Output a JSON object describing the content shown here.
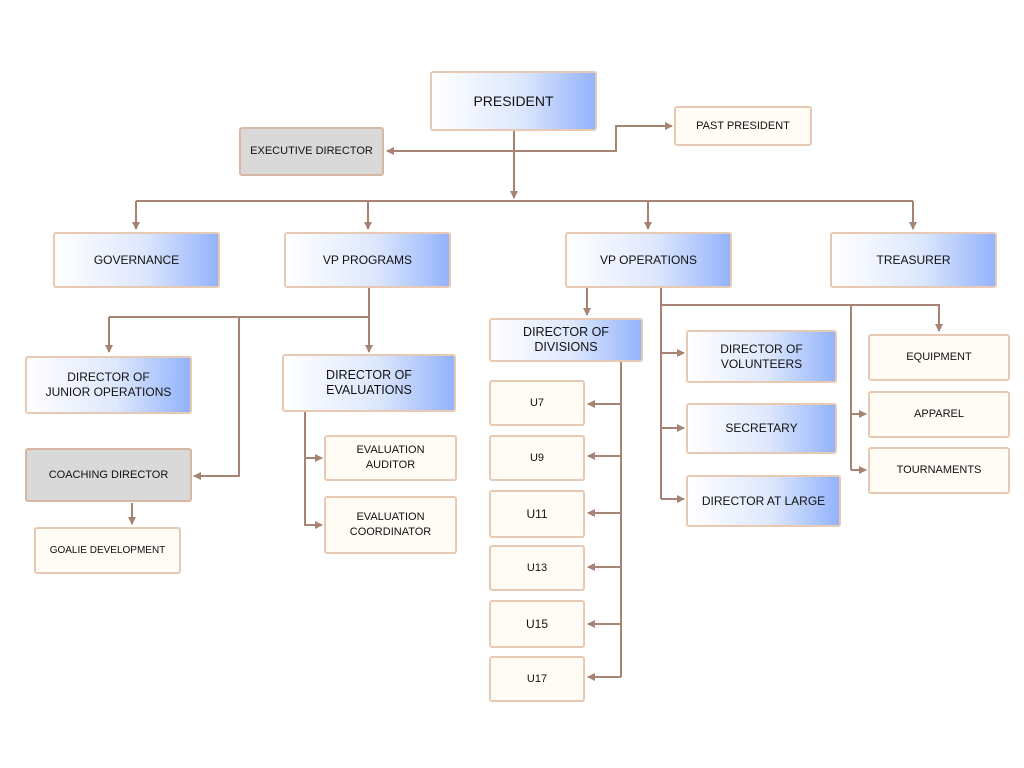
{
  "colors": {
    "connector": "#a68373",
    "border": "#e7c9b4",
    "accent_blue": "#93b3fb",
    "cream": "#fffcf5",
    "gray": "#d9d9d9"
  },
  "nodes": {
    "president": "PRESIDENT",
    "executive_director": "EXECUTIVE DIRECTOR",
    "past_president": "PAST PRESIDENT",
    "governance": "GOVERNANCE",
    "vp_programs": "VP PROGRAMS",
    "vp_operations": "VP OPERATIONS",
    "treasurer": "TREASURER",
    "director_junior_operations": "DIRECTOR OF JUNIOR OPERATIONS",
    "director_evaluations": "DIRECTOR OF EVALUATIONS",
    "coaching_director": "COACHING DIRECTOR",
    "goalie_development": "GOALIE DEVELOPMENT",
    "evaluation_auditor": "EVALUATION AUDITOR",
    "evaluation_coordinator": "EVALUATION COORDINATOR",
    "director_divisions": "DIRECTOR OF DIVISIONS",
    "u7": "U7",
    "u9": "U9",
    "u11": "U11",
    "u13": "U13",
    "u15": "U15",
    "u17": "U17",
    "director_volunteers": "DIRECTOR OF VOLUNTEERS",
    "secretary": "SECRETARY",
    "director_at_large": "DIRECTOR AT LARGE",
    "equipment": "EQUIPMENT",
    "apparel": "APPAREL",
    "tournaments": "TOURNAMENTS"
  }
}
